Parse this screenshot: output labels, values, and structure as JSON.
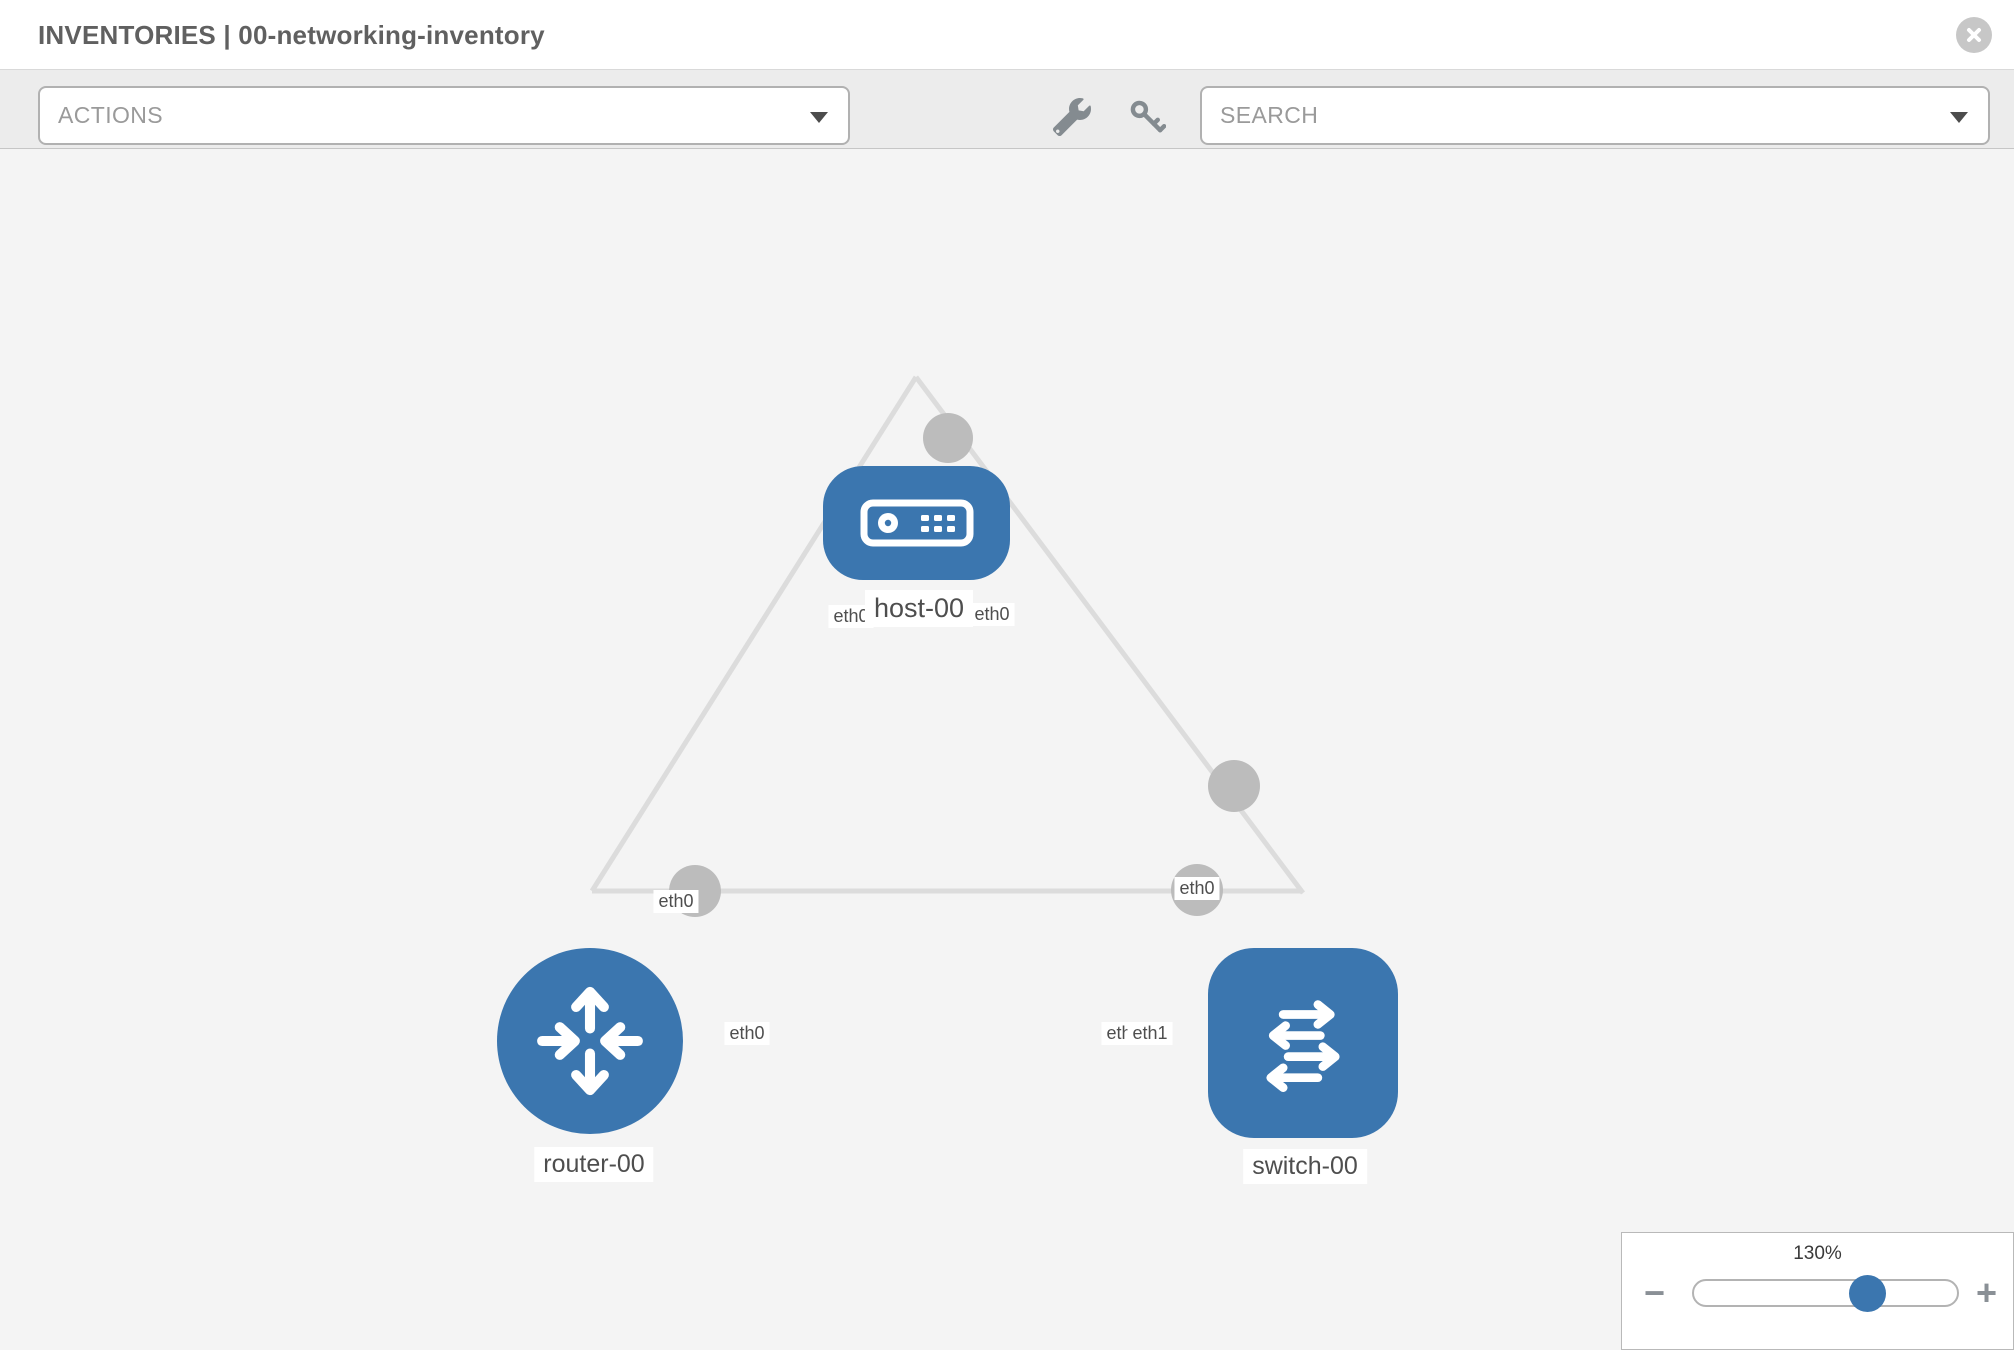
{
  "window": {
    "title": "INVENTORIES | 00-networking-inventory"
  },
  "toolbar": {
    "actions": {
      "placeholder": "ACTIONS"
    },
    "search": {
      "placeholder": "SEARCH"
    },
    "tools": [
      {
        "icon": "wrench-icon"
      },
      {
        "icon": "key-icon"
      }
    ]
  },
  "diagram": {
    "nodes": [
      {
        "id": "host-00",
        "label": "host-00",
        "type": "host",
        "icon": "host-icon"
      },
      {
        "id": "router-00",
        "label": "router-00",
        "type": "router",
        "icon": "router-icon"
      },
      {
        "id": "switch-00",
        "label": "switch-00",
        "type": "switch",
        "icon": "switch-icon"
      }
    ],
    "edges": [
      {
        "from": "host-00",
        "to": "router-00"
      },
      {
        "from": "host-00",
        "to": "switch-00"
      },
      {
        "from": "router-00",
        "to": "switch-00"
      }
    ],
    "eth_labels": [
      {
        "text": "eth0",
        "edge": "host-00/router-00",
        "end": "host-00"
      },
      {
        "text": "eth0",
        "edge": "host-00/switch-00",
        "end": "host-00"
      },
      {
        "text": "eth0",
        "edge": "host-00/router-00",
        "end": "router-00"
      },
      {
        "text": "eth0",
        "edge": "host-00/switch-00",
        "end": "switch-00"
      },
      {
        "text": "eth0",
        "edge": "router-00/switch-00",
        "end": "router-00"
      },
      {
        "text": "eth0",
        "edge": "router-00/switch-00",
        "end": "switch-00"
      },
      {
        "text": "eth1",
        "edge": "router-00/switch-00",
        "end": "switch-00"
      }
    ]
  },
  "zoom_control": {
    "value": "130%",
    "minus": "−",
    "plus": "+",
    "thumb_percent": 64
  },
  "colors": {
    "node_blue": "#3b76af",
    "link_gray": "#dcdcdc",
    "connector_gray": "#bcbcbc",
    "canvas_bg": "#f4f4f4",
    "toolbar_bg": "#ececec",
    "label_text": "#4e4e4e"
  }
}
